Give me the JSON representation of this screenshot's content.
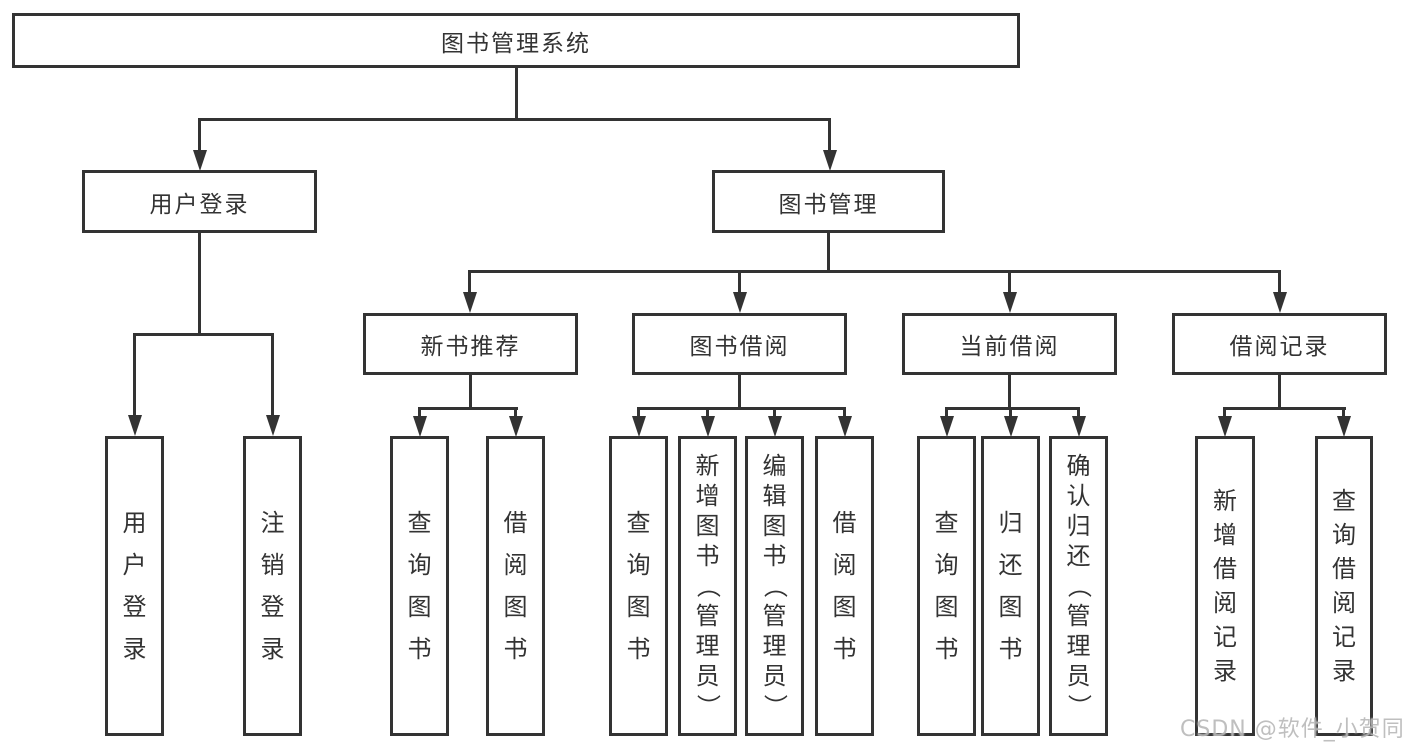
{
  "title": "图书管理系统",
  "tree": {
    "root": "图书管理系统",
    "branches": [
      {
        "label": "用户登录",
        "children": [
          "用户登录",
          "注销登录"
        ]
      },
      {
        "label": "图书管理",
        "sections": [
          {
            "label": "新书推荐",
            "children": [
              "查询图书",
              "借阅图书"
            ]
          },
          {
            "label": "图书借阅",
            "children": [
              "查询图书",
              "新增图书（管理员）",
              "编辑图书（管理员）",
              "借阅图书"
            ]
          },
          {
            "label": "当前借阅",
            "children": [
              "查询图书",
              "归还图书",
              "确认归还（管理员）"
            ]
          },
          {
            "label": "借阅记录",
            "children": [
              "新增借阅记录",
              "查询借阅记录"
            ]
          }
        ]
      }
    ]
  },
  "watermark": "CSDN @软件_小贺同学",
  "colors": {
    "line": "#333333",
    "text": "#333333",
    "background": "#ffffff",
    "watermark": "#b9b9b9"
  }
}
